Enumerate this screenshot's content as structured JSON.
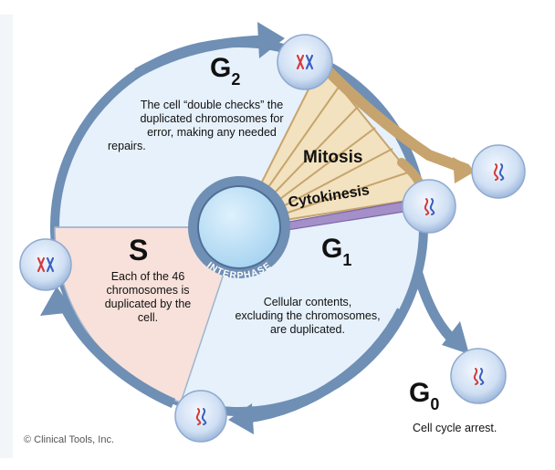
{
  "phases": {
    "g2": {
      "name": "G",
      "sub": "2",
      "description": [
        "The cell “double checks” the",
        "duplicated chromosomes for",
        "error, making any needed",
        "repairs."
      ]
    },
    "s": {
      "name": "S",
      "description": [
        "Each of the 46",
        "chromosomes is",
        "duplicated by the",
        "cell."
      ]
    },
    "g1": {
      "name": "G",
      "sub": "1",
      "description": [
        "Cellular contents,",
        "excluding the chromosomes,",
        "are duplicated."
      ]
    },
    "g0": {
      "name": "G",
      "sub": "0",
      "description": "Cell cycle arrest."
    }
  },
  "stages": {
    "mitosis": "Mitosis",
    "cytokinesis": "Cytokinesis",
    "interphase": "INTERPHASE"
  },
  "copyright": "© Clinical Tools, Inc.",
  "colors": {
    "ring_fill": "#e6f1fb",
    "ring_stroke": "#6f8fb5",
    "arrow": "#6f8fb5",
    "s_sector": "#f7e1da",
    "mitosis_fan": "#f2e2bf",
    "mitosis_line": "#c7a46d",
    "cytokinesis": "#a48fc8",
    "hub": "#bfe0f5",
    "hub_ring": "#6f8fb5",
    "cell_fill": "#d9e6f6",
    "chromosome_red": "#d33b3b",
    "chromosome_blue": "#3a60c0"
  }
}
